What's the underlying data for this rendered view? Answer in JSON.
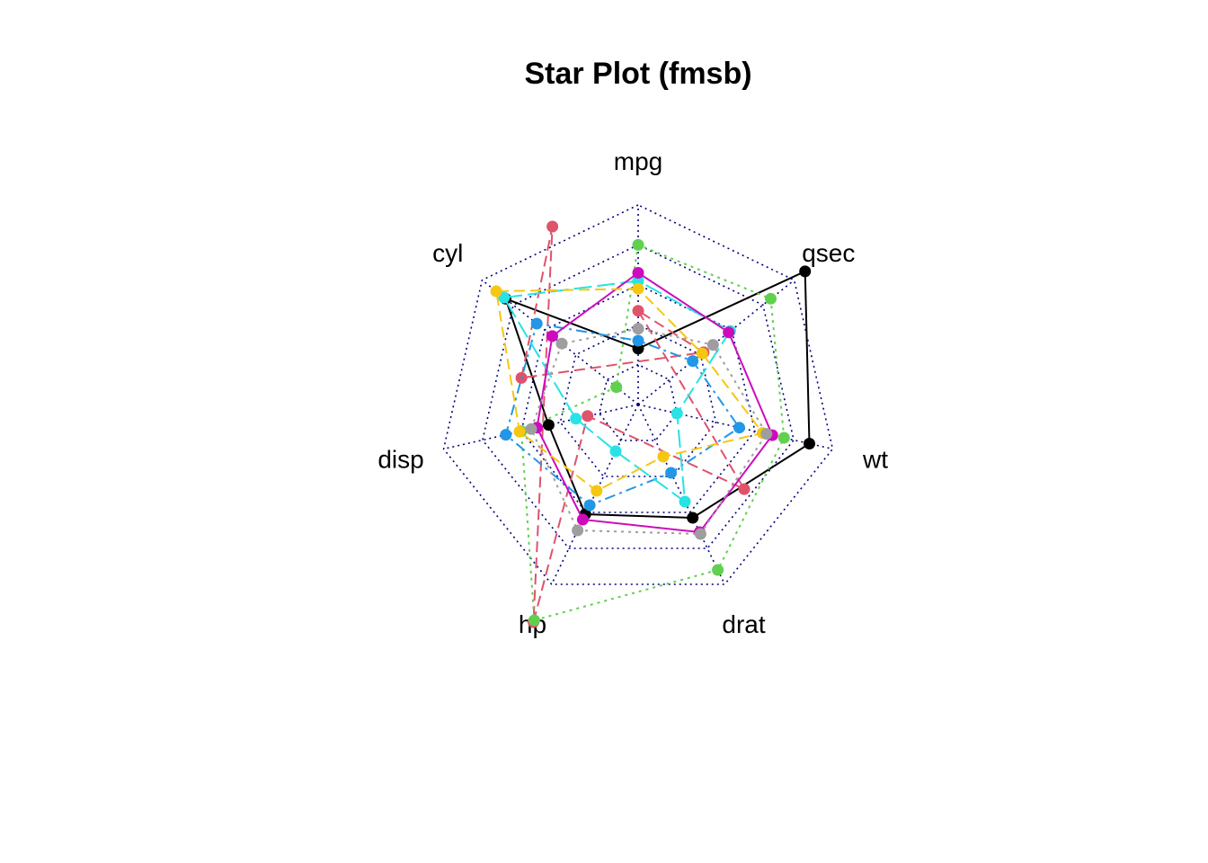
{
  "chart_data": {
    "type": "radar",
    "title": "Star Plot (fmsb)",
    "axes": [
      "mpg",
      "cyl",
      "disp",
      "hp",
      "drat",
      "wt",
      "qsec"
    ],
    "grid_levels": 5,
    "grid": true,
    "legend": "none",
    "series_colors": [
      "#000000",
      "#DF536B",
      "#61D04F",
      "#2297E6",
      "#28E2E5",
      "#CD0BBC",
      "#F5C710",
      "#9E9E9E"
    ],
    "series_line_types": [
      "solid",
      "dashed",
      "dotted",
      "dotdash",
      "longdash"
    ],
    "series": [
      {
        "values": [
          0.28,
          0.85,
          0.46,
          0.61,
          0.63,
          0.88,
          1.07
        ]
      },
      {
        "values": [
          0.47,
          -0.68,
          0.26,
          1.21,
          -0.99,
          -0.6,
          0.42
        ]
      },
      {
        "values": [
          0.8,
          0.14,
          0.6,
          1.2,
          0.92,
          0.75,
          0.85
        ]
      },
      {
        "values": [
          0.32,
          0.65,
          0.68,
          0.56,
          0.38,
          0.52,
          0.35
        ]
      },
      {
        "values": [
          0.62,
          0.86,
          0.32,
          0.26,
          0.54,
          0.2,
          0.59
        ]
      },
      {
        "values": [
          0.66,
          0.55,
          0.52,
          0.64,
          0.71,
          0.69,
          0.58
        ]
      },
      {
        "values": [
          0.58,
          0.91,
          0.61,
          0.48,
          0.29,
          0.64,
          0.41
        ]
      },
      {
        "values": [
          0.38,
          0.49,
          0.55,
          0.7,
          0.72,
          0.66,
          0.48
        ]
      }
    ]
  }
}
